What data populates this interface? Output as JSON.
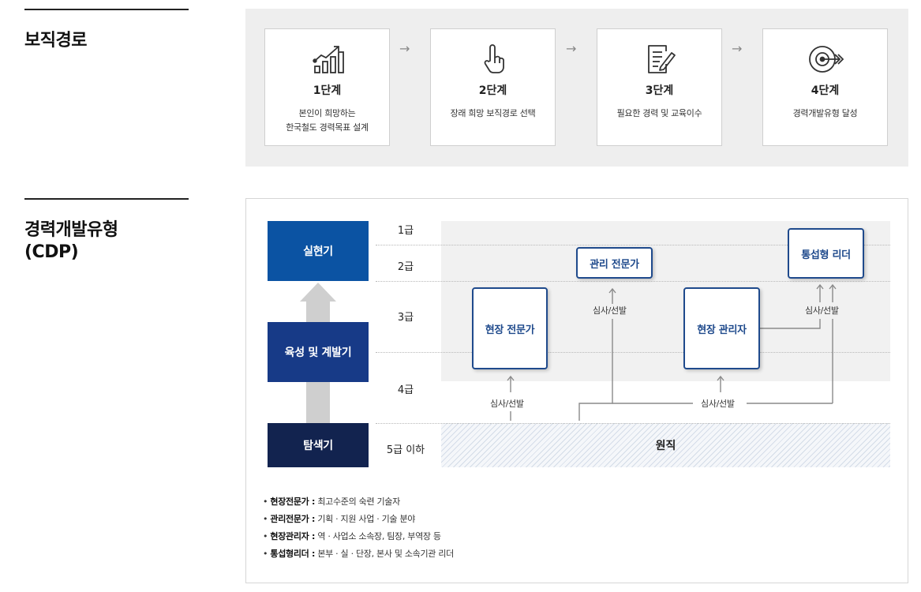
{
  "section1": {
    "title": "보직경로"
  },
  "steps": [
    {
      "label": "1단계",
      "desc": "본인이 희망하는\n한국철도 경력목표 설계",
      "icon": "bar-chart-icon"
    },
    {
      "label": "2단계",
      "desc": "장래 희망 보직경로 선택",
      "icon": "hand-pointer-icon"
    },
    {
      "label": "3단계",
      "desc": "필요한 경력 및 교육이수",
      "icon": "document-edit-icon"
    },
    {
      "label": "4단계",
      "desc": "경력개발유형 달성",
      "icon": "target-icon"
    }
  ],
  "arrow_symbol": "→",
  "section2": {
    "title_line1": "경력개발유형",
    "title_line2": "(CDP)"
  },
  "stages": {
    "top": "실현기",
    "middle": "육성 및 계발기",
    "bottom": "탐색기"
  },
  "grades": [
    "1급",
    "2급",
    "3급",
    "4급",
    "5급 이하"
  ],
  "roles": {
    "field_expert": "현장 전문가",
    "admin_expert": "관리 전문가",
    "field_manager": "현장 관리자",
    "integrated_leader": "통섭형 리더"
  },
  "selection_label": "심사/선발",
  "base_label": "원직",
  "legend": [
    {
      "term": "현장전문가 :",
      "desc": " 최고수준의 숙련 기술자"
    },
    {
      "term": "관리전문가 :",
      "desc": " 기획 · 지원 사업 · 기술 분야"
    },
    {
      "term": "현장관리자 :",
      "desc": " 역 · 사업소 소속장, 팀장, 부역장 등"
    },
    {
      "term": "통섭형리더 :",
      "desc": " 본부 · 실 · 단장, 본사 및 소속기관 리더"
    }
  ],
  "colors": {
    "stage_top": "#0b53a3",
    "stage_middle": "#173a87",
    "stage_bottom": "#12234f",
    "role_border": "#1f4a8c",
    "grade_band": "#f1f1f1"
  }
}
